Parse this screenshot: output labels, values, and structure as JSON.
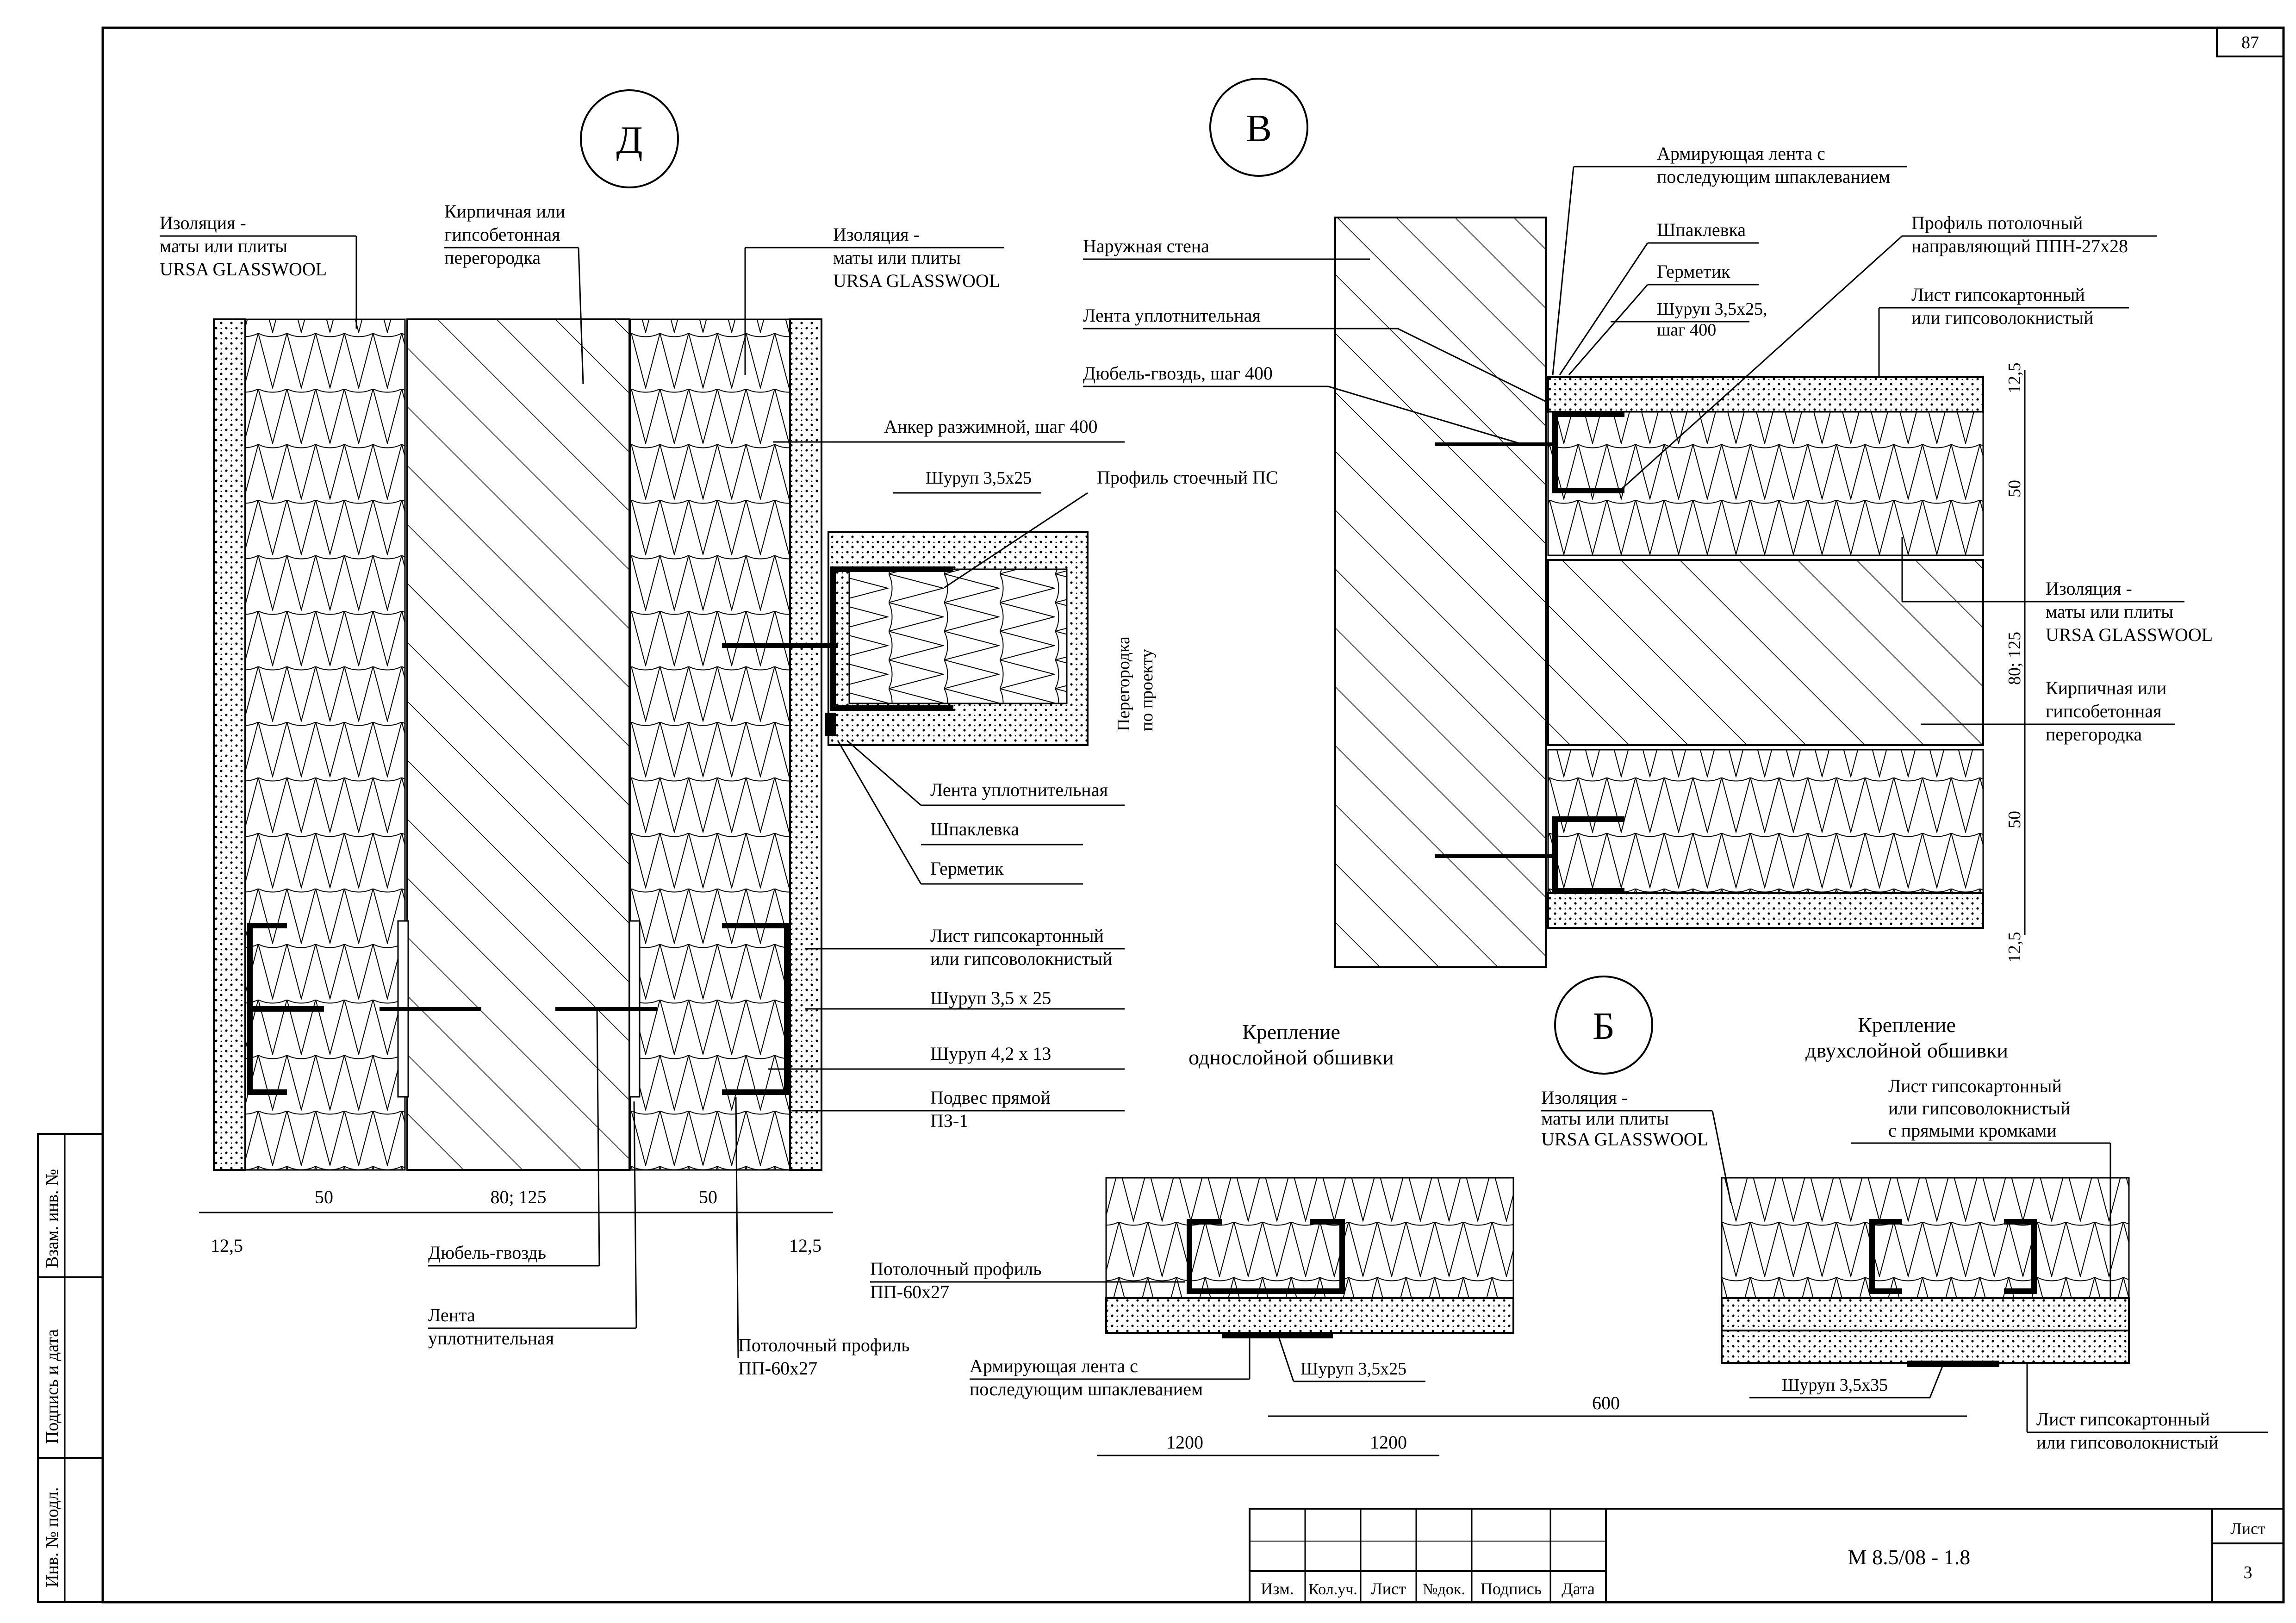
{
  "sheet": {
    "page_number": "87",
    "doc_code": "М 8.5/08 - 1.8",
    "sheet_label": "Лист",
    "sheet_number": "3",
    "title_block_headers": [
      "Изм.",
      "Кол.уч.",
      "Лист",
      "№док.",
      "Подпись",
      "Дата"
    ],
    "side_stamp": [
      "Взам. инв. №",
      "Подпись и дата",
      "Инв. № подл."
    ]
  },
  "markers": {
    "d": "Д",
    "v": "В",
    "b": "Б"
  },
  "detail_d": {
    "insulation_left": [
      "Изоляция -",
      "маты или плиты",
      "URSA GLASSWOOL"
    ],
    "brick_partition": [
      "Кирпичная или",
      "гипсобетонная",
      "перегородка"
    ],
    "insulation_right": [
      "Изоляция -",
      "маты или плиты",
      "URSA GLASSWOOL"
    ],
    "anchor": "Анкер разжимной, шаг 400",
    "screw_top": "Шуруп 3,5х25",
    "stud_profile": "Профиль стоечный ПС",
    "partition": [
      "Перегородка",
      "по проекту"
    ],
    "sealing_tape": "Лента уплотнительная",
    "putty": "Шпаклевка",
    "sealant": "Герметик",
    "gypsum_sheet": [
      "Лист гипсокартонный",
      "или гипсоволокнистый"
    ],
    "screw_35": "Шуруп 3,5 х 25",
    "screw_42": "Шуруп 4,2 х 13",
    "hanger": [
      "Подвес прямой",
      "ПЗ-1"
    ],
    "dowel": "Дюбель-гвоздь",
    "tape_bottom": [
      "Лента",
      "уплотнительная"
    ],
    "ceiling_profile": [
      "Потолочный профиль",
      "ПП-60х27"
    ],
    "dims": {
      "d1": "12,5",
      "d2": "50",
      "d3": "80; 125",
      "d4": "50",
      "d5": "12,5"
    }
  },
  "detail_v": {
    "reinforcing_tape": [
      "Армирующая лента с",
      "последующим шпаклеванием"
    ],
    "putty": "Шпаклевка",
    "sealant": "Герметик",
    "screw": [
      "Шуруп 3,5х25,",
      "шаг 400"
    ],
    "ceiling_guide": [
      "Профиль потолочный",
      "направляющий ППН-27х28"
    ],
    "gypsum_sheet": [
      "Лист гипсокартонный",
      "или гипсоволокнистый"
    ],
    "outer_wall": "Наружная стена",
    "sealing_tape": "Лента уплотнительная",
    "dowel": "Дюбель-гвоздь, шаг 400",
    "insulation": [
      "Изоляция -",
      "маты или плиты",
      "URSA GLASSWOOL"
    ],
    "brick_partition": [
      "Кирпичная или",
      "гипсобетонная",
      "перегородка"
    ],
    "dims": {
      "a": "12,5",
      "b": "50",
      "c": "80; 125",
      "d": "50",
      "e": "12,5"
    }
  },
  "detail_b": {
    "single_layer_title": [
      "Крепление",
      "однослойной обшивки"
    ],
    "double_layer_title": [
      "Крепление",
      "двухслойной обшивки"
    ],
    "insulation": [
      "Изоляция -",
      "маты или плиты",
      "URSA GLASSWOOL"
    ],
    "gypsum_straight": [
      "Лист гипсокартонный",
      "или гипсоволокнистый",
      "с прямыми кромками"
    ],
    "ceiling_profile": [
      "Потолочный профиль",
      "ПП-60х27"
    ],
    "reinforcing_tape": [
      "Армирующая лента с",
      "последующим шпаклеванием"
    ],
    "screw_25": "Шуруп 3,5х25",
    "screw_35": "Шуруп 3,5х35",
    "gypsum_bottom": [
      "Лист гипсокартонный",
      "или гипсоволокнистый"
    ],
    "dims": {
      "a": "1200",
      "b": "1200",
      "c": "600"
    }
  }
}
